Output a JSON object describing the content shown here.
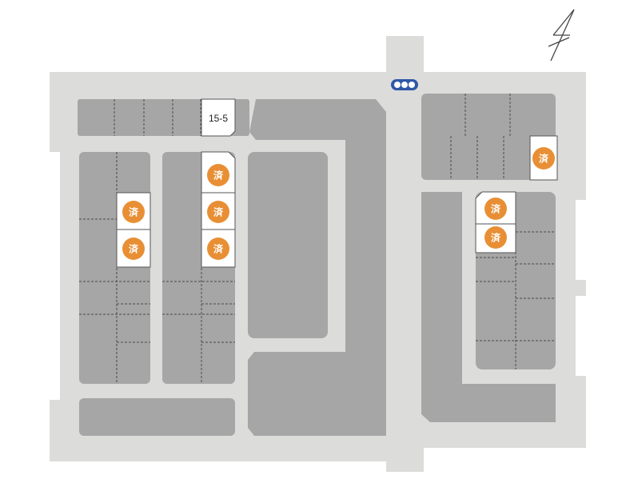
{
  "map": {
    "available_lot": {
      "label": "15-5"
    },
    "sold_marker": {
      "label": "済",
      "count": 8
    },
    "compass": {
      "icon": "north-arrow"
    },
    "signal": {
      "icon": "traffic-light"
    },
    "colors": {
      "road": "#dcdcdb",
      "block": "#a6a6a6",
      "lot_highlight": "#ffffff",
      "sold_badge": "#e88f35",
      "signal_ring": "#2f57a8",
      "divider": "#4a4a4a"
    }
  }
}
